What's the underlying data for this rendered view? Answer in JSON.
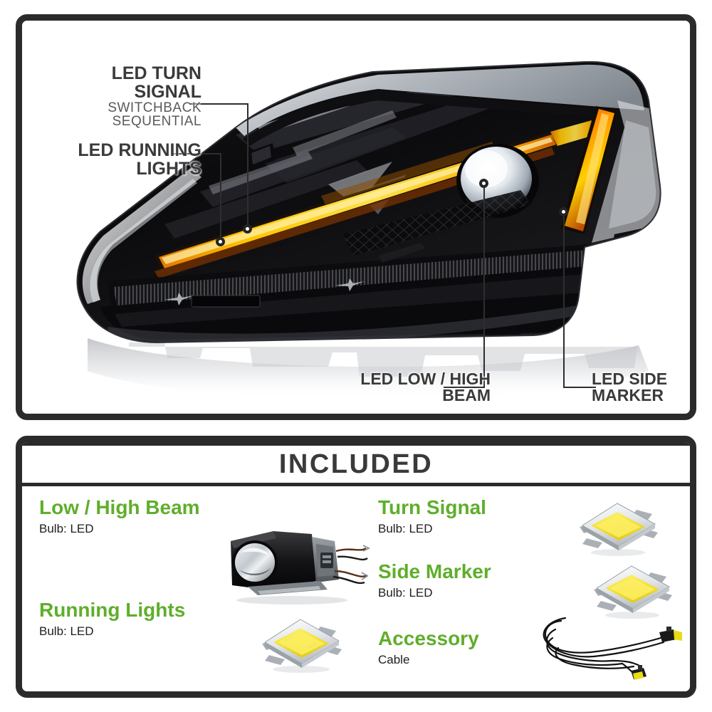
{
  "product": {
    "type": "automotive-led-headlight-assembly",
    "hero_alt": "Black housing LED projector headlight with amber switchback LED strip"
  },
  "callouts": [
    {
      "id": "turn-signal",
      "lines": [
        "LED TURN",
        "SIGNAL"
      ],
      "sublines": [
        "SWITCHBACK",
        "SEQUENTIAL"
      ],
      "align": "right"
    },
    {
      "id": "running-lights",
      "lines": [
        "LED RUNNING",
        "LIGHTS"
      ],
      "sublines": [],
      "align": "right"
    },
    {
      "id": "low-high-beam",
      "lines": [
        "LED LOW / HIGH",
        "BEAM"
      ],
      "sublines": [],
      "align": "right"
    },
    {
      "id": "side-marker",
      "lines": [
        "LED SIDE",
        "MARKER"
      ],
      "sublines": [],
      "align": "left"
    }
  ],
  "included": {
    "title": "INCLUDED",
    "items": [
      {
        "name": "Low / High Beam",
        "spec": "Bulb: LED",
        "icon": "bi-led-projector-icon"
      },
      {
        "name": "Running Lights",
        "spec": "Bulb: LED",
        "icon": "led-chip-icon"
      },
      {
        "name": "Turn Signal",
        "spec": "Bulb: LED",
        "icon": "led-chip-icon"
      },
      {
        "name": "Side Marker",
        "spec": "Bulb: LED",
        "icon": "led-chip-icon"
      },
      {
        "name": "Accessory",
        "spec": "Cable",
        "icon": "wiring-cable-icon"
      }
    ]
  },
  "colors": {
    "accent_green": "#5FAE2B",
    "frame_dark": "#2b2b2b",
    "text_dark": "#3a3a3a",
    "amber_led": "#f6a400",
    "amber_led_hot": "#ffd400",
    "background": "#ffffff"
  }
}
